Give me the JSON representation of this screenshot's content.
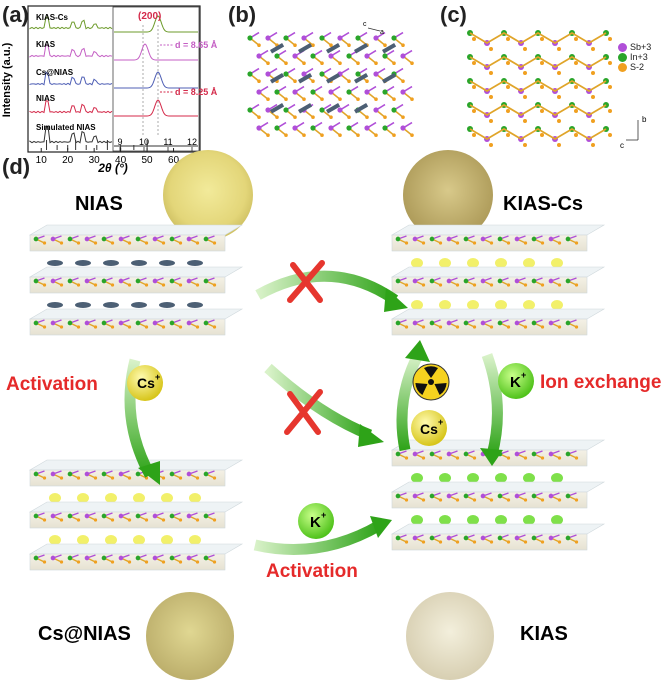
{
  "panels": {
    "a": "(a)",
    "b": "(b)",
    "c": "(c)",
    "d": "(d)"
  },
  "chart_data": {
    "type": "line",
    "ylabel": "Intensity (a.u.)",
    "xlabel": "2θ (°)",
    "xlim": [
      5,
      70
    ],
    "xticks": [
      10,
      20,
      30,
      40,
      50,
      60
    ],
    "series": [
      {
        "name": "KIAS-Cs",
        "color": "#6d9b2b"
      },
      {
        "name": "KIAS",
        "color": "#c45fc4"
      },
      {
        "name": "Cs@NIAS",
        "color": "#4f5fb5"
      },
      {
        "name": "NIAS",
        "color": "#d42a4a"
      },
      {
        "name": "Simulated NIAS",
        "color": "#333333"
      }
    ],
    "inset": {
      "label": "(200)",
      "xticks": [
        9,
        10,
        11,
        12
      ],
      "d_kias": "d = 8.65 Å",
      "d_nias": "d = 8.25 Å"
    }
  },
  "panel_c_legend": [
    {
      "label": "Sb+3",
      "color": "#b04fd8"
    },
    {
      "label": "In+3",
      "color": "#2aa52a"
    },
    {
      "label": "S-2",
      "color": "#f0a020"
    }
  ],
  "panel_b_axes": {
    "c": "c",
    "a": "a"
  },
  "panel_c_axes": {
    "b": "b",
    "c": "c"
  },
  "diagram": {
    "nias": "NIAS",
    "kias_cs": "KIAS-Cs",
    "cs_nias": "Cs@NIAS",
    "kias": "KIAS",
    "activation_left": "Activation",
    "activation_bottom": "Activation",
    "ion_exchange": "Ion exchange",
    "cs_ion": "Cs",
    "k_ion": "K",
    "ion_charge": "+"
  }
}
